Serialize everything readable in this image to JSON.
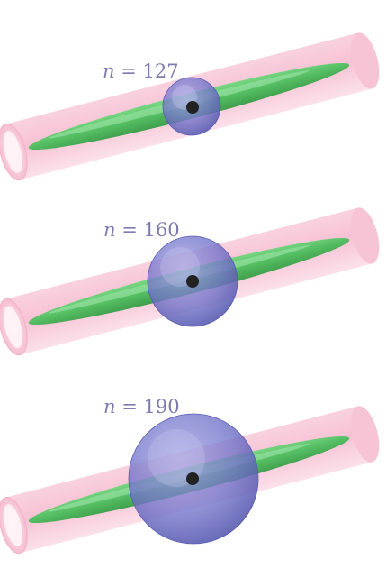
{
  "panels": [
    {
      "label_var": "n",
      "label_eq": " = ",
      "label_value": "127"
    },
    {
      "label_var": "n",
      "label_eq": " = ",
      "label_value": "160"
    },
    {
      "label_var": "n",
      "label_eq": " = ",
      "label_value": "190"
    }
  ],
  "colors": {
    "cylinder_fill": "#f8c7d8",
    "cylinder_edge": "#f4b2c8",
    "ellipsoid_fill": "#5fc76c",
    "ellipsoid_edge": "#3f9a4c",
    "sphere_fill": "#6f70c6",
    "sphere_edge": "#5b5db3",
    "nucleus": "#222222",
    "label": "#7e7aaf"
  }
}
